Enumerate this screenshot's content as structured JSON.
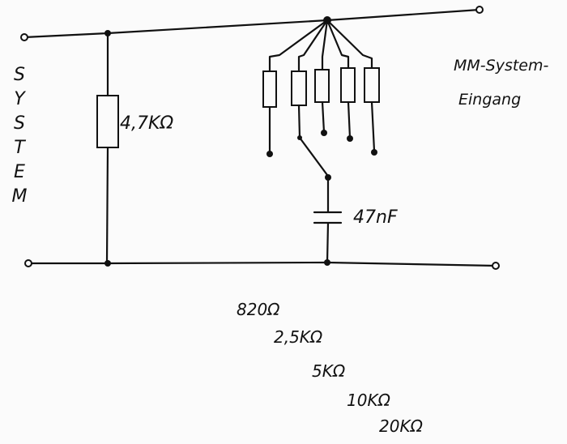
{
  "left_label": [
    "S",
    "Y",
    "S",
    "T",
    "E",
    "M"
  ],
  "right_label": {
    "line1": "MM-System-",
    "line2": "Eingang"
  },
  "components": {
    "load_resistor": "4,7KΩ",
    "capacitor": "47nF"
  },
  "resistor_values": [
    "820Ω",
    "2,5KΩ",
    "5KΩ",
    "10KΩ",
    "20KΩ"
  ]
}
